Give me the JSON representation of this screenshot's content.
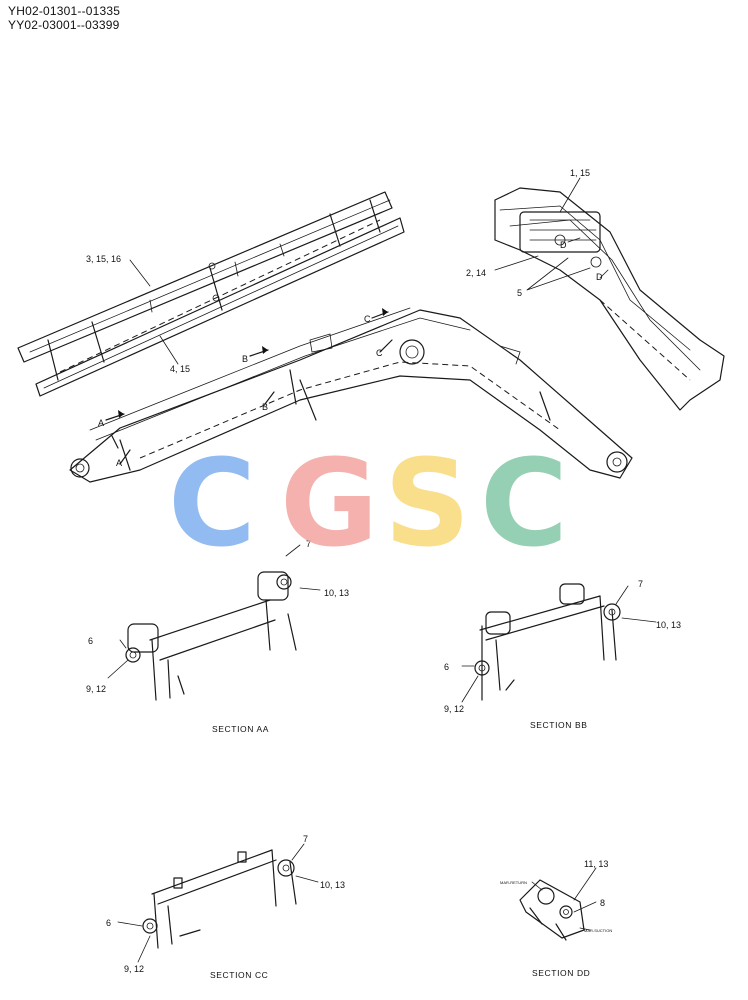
{
  "header": {
    "line1": "YH02-01301--01335",
    "line2": "YY02-03001--03399"
  },
  "callouts": {
    "c_1_15": "1, 15",
    "c_2_14": "2, 14",
    "c_5": "5",
    "c_3_15_16": "3, 15, 16",
    "c_4_15": "4, 15",
    "aa_7": "7",
    "aa_10_13": "10, 13",
    "aa_6": "6",
    "aa_9_12": "9, 12",
    "bb_7": "7",
    "bb_10_13": "10, 13",
    "bb_6": "6",
    "bb_9_12": "9, 12",
    "cc_7": "7",
    "cc_10_13": "10, 13",
    "cc_6": "6",
    "cc_9_12": "9, 12",
    "dd_11_13": "11, 13",
    "dd_8": "8"
  },
  "section_markers": {
    "a": "A",
    "b": "B",
    "c": "C",
    "d": "D"
  },
  "section_titles": {
    "aa": "SECTION AA",
    "bb": "SECTION BB",
    "cc": "SECTION CC",
    "dd": "SECTION DD"
  },
  "tiny_labels": {
    "return": "MAR-RETURN",
    "suction": "MAR-SUCTION"
  },
  "watermark": {
    "letters": [
      "C",
      "G",
      "S",
      "C"
    ],
    "colors": [
      "#7fb0ef",
      "#f3a4a0",
      "#f8d978",
      "#84c8a8"
    ]
  }
}
